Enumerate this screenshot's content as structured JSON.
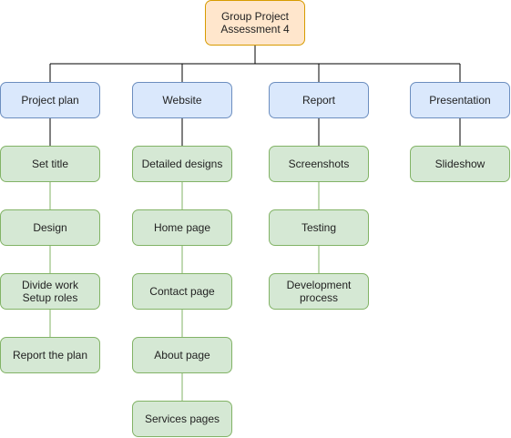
{
  "colors": {
    "root_fill": "#ffe6cc",
    "root_stroke": "#d79b00",
    "category_fill": "#dae8fc",
    "category_stroke": "#6c8ebf",
    "task_fill": "#d5e8d4",
    "task_stroke": "#82b366",
    "connector_dark": "#000000",
    "connector_green": "#82b366"
  },
  "root": {
    "label": "Group Project\nAssessment 4"
  },
  "branches": [
    {
      "label": "Project plan",
      "tasks": [
        "Set title",
        "Design",
        "Divide work\nSetup roles",
        "Report the plan"
      ]
    },
    {
      "label": "Website",
      "tasks": [
        "Detailed designs",
        "Home page",
        "Contact page",
        "About page",
        "Services pages"
      ]
    },
    {
      "label": "Report",
      "tasks": [
        "Screenshots",
        "Testing",
        "Development\nprocess"
      ]
    },
    {
      "label": "Presentation",
      "tasks": [
        "Slideshow"
      ]
    }
  ]
}
